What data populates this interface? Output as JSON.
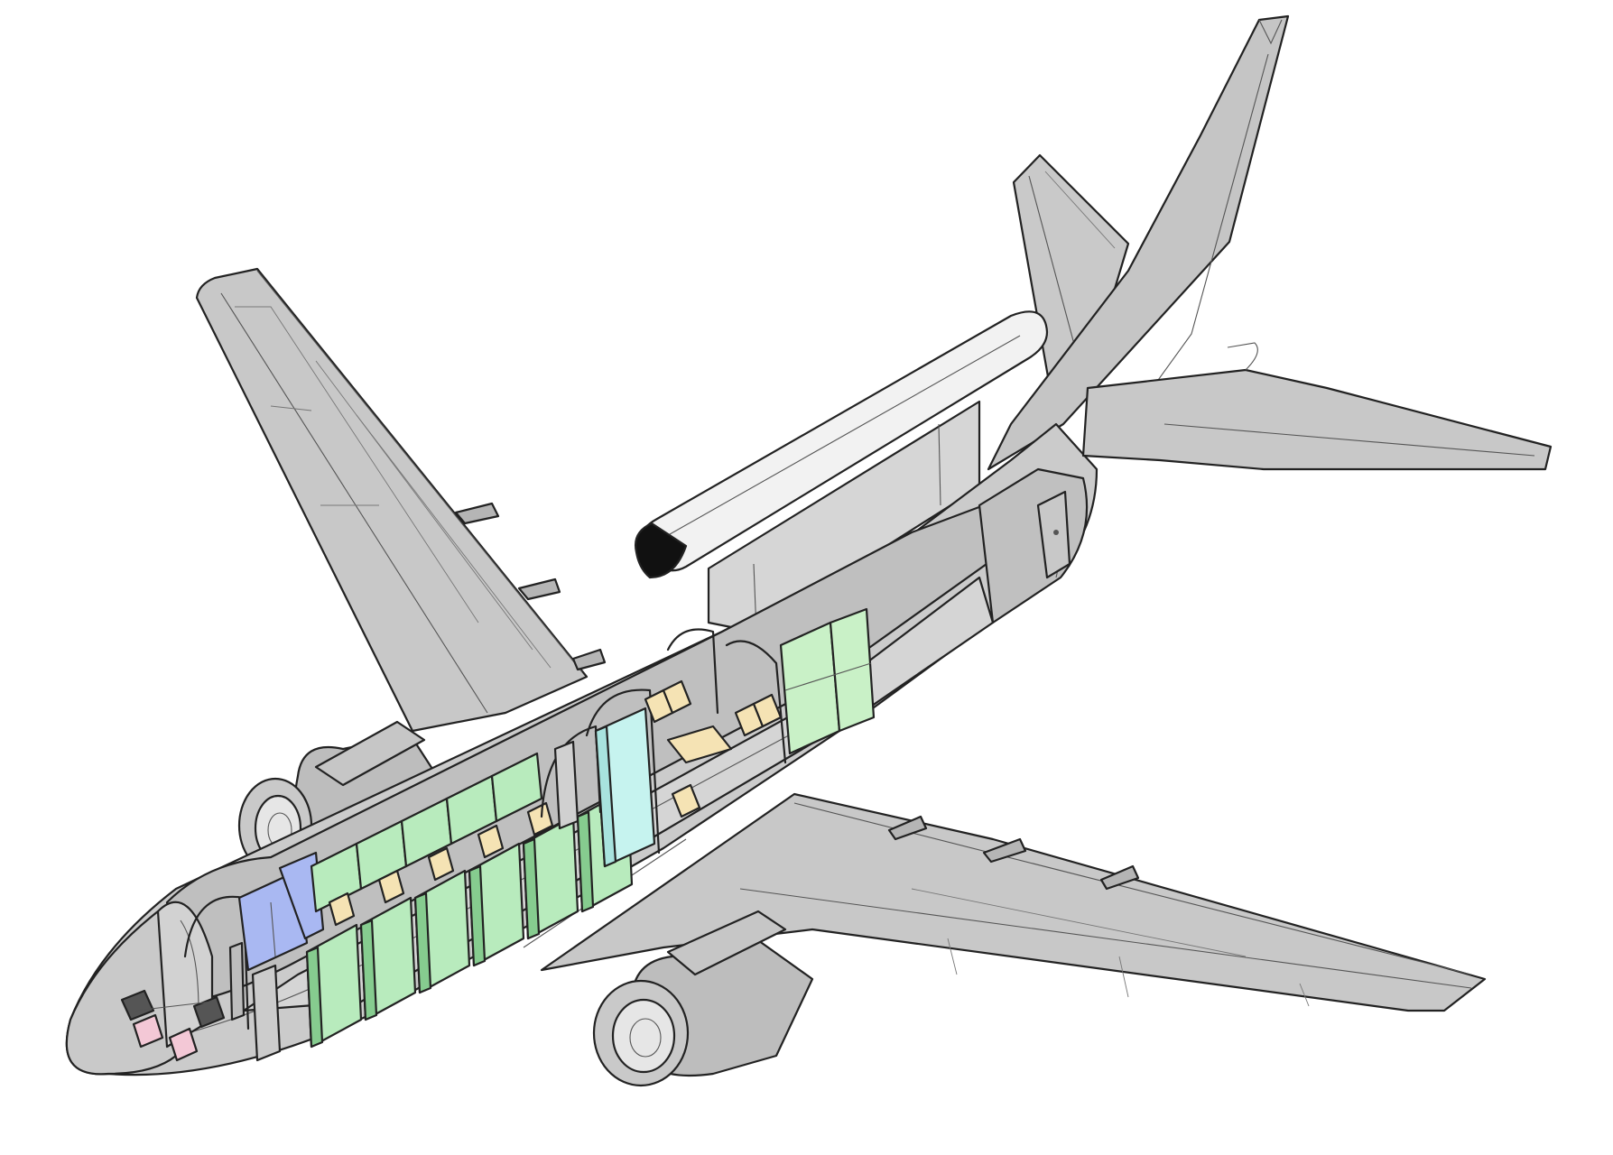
{
  "diagram": {
    "palette": {
      "airframe": "#c9c9c9",
      "airframe_light": "#d9d9d9",
      "airframe_dark": "#9d9d9d",
      "interior_wall": "#bdbdbd",
      "outline": "#222222",
      "radome": "#f2f2f2",
      "console_green": "#b8ebbd",
      "console_green_dark": "#86cc8f",
      "bulkhead_blue": "#a9b8f2",
      "crew_rest_cyan": "#c6f3ef",
      "seat_tan": "#f5e3b4",
      "cockpit_pink": "#f3c8d6",
      "engine_inlet": "#e0e0e0"
    },
    "components": [
      {
        "name": "fuselage",
        "icon": "fuselage-shape"
      },
      {
        "name": "left-wing",
        "icon": "wing-shape"
      },
      {
        "name": "right-wing",
        "icon": "wing-shape"
      },
      {
        "name": "vertical-stabilizer",
        "icon": "fin-shape"
      },
      {
        "name": "left-horizontal-stabilizer",
        "icon": "tailplane-shape"
      },
      {
        "name": "right-horizontal-stabilizer",
        "icon": "tailplane-shape"
      },
      {
        "name": "left-engine",
        "icon": "turbofan-shape"
      },
      {
        "name": "right-engine",
        "icon": "turbofan-shape"
      },
      {
        "name": "radar-antenna",
        "icon": "dorsal-radar-shape"
      },
      {
        "name": "flight-deck",
        "icon": "cockpit-seat-shape"
      },
      {
        "name": "mission-consoles",
        "icon": "console-shape"
      },
      {
        "name": "crew-rest-area",
        "icon": "seat-shape"
      },
      {
        "name": "equipment-racks",
        "icon": "rack-shape"
      }
    ]
  }
}
